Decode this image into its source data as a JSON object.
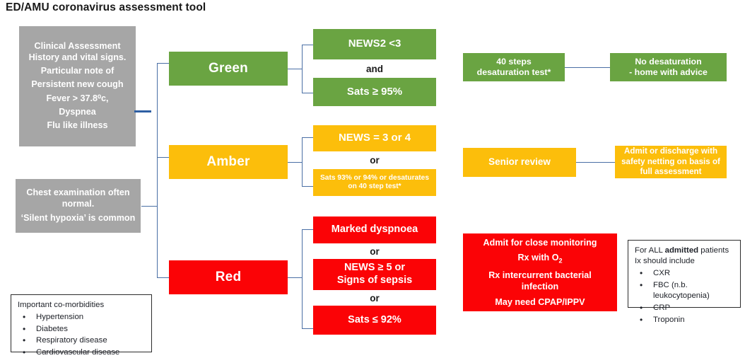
{
  "title": "ED/AMU coronavirus assessment tool",
  "left_notes": {
    "clinical_assessment": [
      "Clinical Assessment",
      "History and vital signs.",
      "Particular note of",
      "Persistent new cough",
      "Fever > 37.8⁰c,",
      "Dyspnea",
      "Flu like illness"
    ],
    "chest_exam": [
      "Chest examination often normal.",
      "‘Silent hypoxia’ is common"
    ]
  },
  "categories": {
    "green": "Green",
    "amber": "Amber",
    "red": "Red"
  },
  "criteria": {
    "green": {
      "first": "NEWS2 <3",
      "operator": "and",
      "second": "Sats ≥ 95%"
    },
    "amber": {
      "first": "NEWS = 3 or 4",
      "operator": "or",
      "second_line1": "Sats  93% or 94% or desaturates",
      "second_line2": "on 40 step test*"
    },
    "red": {
      "first": "Marked dyspnoea",
      "operator1": "or",
      "second_line1": "NEWS ≥ 5 or",
      "second_line2": "Signs of sepsis",
      "operator2": "or",
      "third": "Sats ≤ 92%"
    }
  },
  "actions": {
    "green_test_line1": "40 steps",
    "green_test_line2": "desaturation test*",
    "green_outcome_line1": "No desaturation",
    "green_outcome_line2": "- home with advice",
    "amber_review": "Senior review",
    "amber_outcome_line1": "Admit or discharge with",
    "amber_outcome_line2": "safety netting on basis of",
    "amber_outcome_line3": "full assessment",
    "red_line1": "Admit for close monitoring",
    "red_line2_pre": "Rx with O",
    "red_line2_sub": "2",
    "red_line3a": "Rx intercurrent bacterial",
    "red_line3b": "infection",
    "red_line4": "May need CPAP/IPPV"
  },
  "comorbidities": {
    "heading": "Important co-morbidities",
    "items": [
      "Hypertension",
      "Diabetes",
      "Respiratory disease",
      "Cardiovascular disease"
    ]
  },
  "investigations": {
    "heading_pre": "For ALL ",
    "heading_bold": "admitted",
    "heading_post": " patients Ix should include",
    "items": [
      "CXR",
      "FBC (n.b. leukocytopenia)",
      "CRP",
      "Troponin"
    ]
  },
  "colors": {
    "green": "#6aa442",
    "amber": "#fcbe0b",
    "red": "#fb0306",
    "grey": "#a6a6a6",
    "connector": "#4a6fa5"
  }
}
